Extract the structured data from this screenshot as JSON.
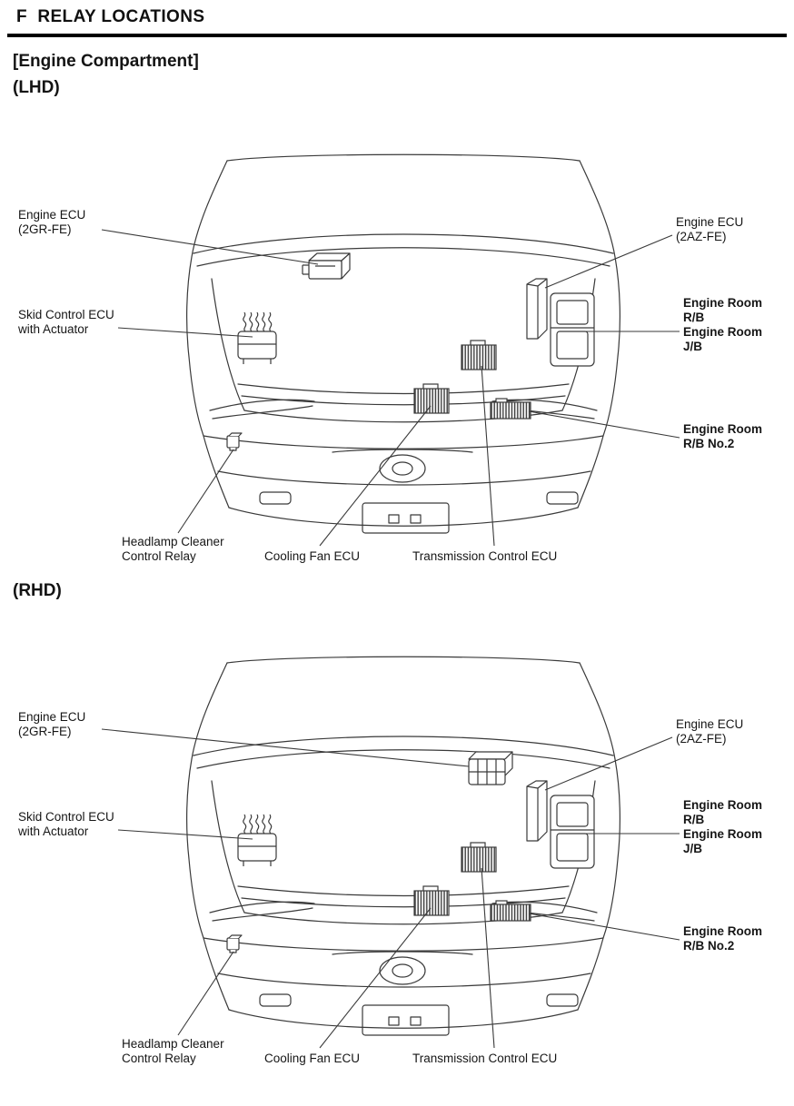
{
  "header": {
    "title": "F  RELAY LOCATIONS"
  },
  "section": {
    "title": "[Engine Compartment]"
  },
  "colors": {
    "line": "#3a3a3a",
    "text": "#141414",
    "rule": "#000000"
  },
  "diagrams": [
    {
      "variant": "(LHD)",
      "labels": {
        "engine_ecu_2gr": "Engine ECU\n(2GR-FE)",
        "skid_control": "Skid Control ECU\nwith Actuator",
        "engine_ecu_2az": "Engine ECU\n(2AZ-FE)",
        "engine_room_rb": "Engine Room\nR/B",
        "engine_room_jb": "Engine Room\nJ/B",
        "engine_room_rb2": "Engine Room\nR/B No.2",
        "headlamp_cleaner": "Headlamp Cleaner\nControl Relay",
        "cooling_fan": "Cooling Fan ECU",
        "transmission": "Transmission Control ECU"
      }
    },
    {
      "variant": "(RHD)",
      "labels": {
        "engine_ecu_2gr": "Engine ECU\n(2GR-FE)",
        "skid_control": "Skid Control ECU\nwith Actuator",
        "engine_ecu_2az": "Engine ECU\n(2AZ-FE)",
        "engine_room_rb": "Engine Room\nR/B",
        "engine_room_jb": "Engine Room\nJ/B",
        "engine_room_rb2": "Engine Room\nR/B No.2",
        "headlamp_cleaner": "Headlamp Cleaner\nControl Relay",
        "cooling_fan": "Cooling Fan ECU",
        "transmission": "Transmission Control ECU"
      }
    }
  ]
}
